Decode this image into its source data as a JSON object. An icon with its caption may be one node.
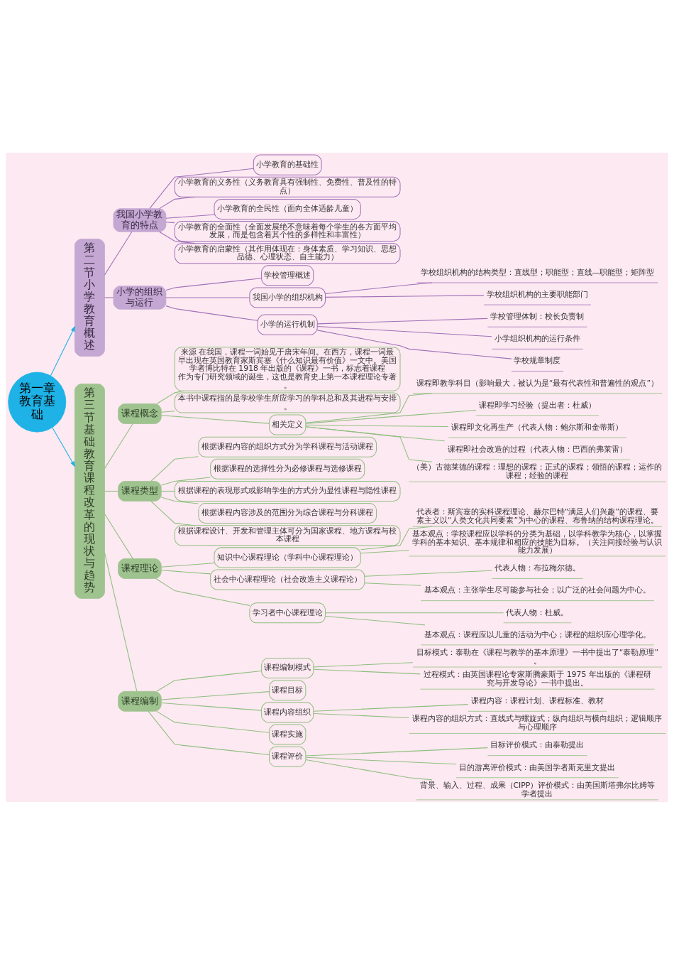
{
  "diagram": {
    "nodes": [
      {
        "text": [
          "第一章教育基础"
        ]
      },
      {
        "text": [
          "第二节小学教育概述"
        ]
      },
      {
        "text": [
          "我国小学教育的特点"
        ]
      },
      {
        "text": [
          "小学教育的基础性"
        ]
      },
      {
        "text": [
          "小学教育的义务性（义务教育具有强制性、免费性、普及性的特点）"
        ]
      },
      {
        "text": [
          "小学教育的全民性（面向全体适龄儿童）"
        ]
      },
      {
        "text": [
          "小学教育的全面性（全面发展绝不意味着每个学生的各方面平均发展，而是包含着其个性的多样性和丰富性）"
        ]
      },
      {
        "text": [
          "小学教育的启蒙性（其作用体现在：身体素质、学习知识、思想品德、心理状态、自主能力）"
        ]
      },
      {
        "text": [
          "小学的组织与运行"
        ]
      },
      {
        "text": [
          "学校管理概述"
        ]
      },
      {
        "text": [
          "我国小学的组织机构"
        ]
      },
      {
        "text": [
          "学校组织机构的结构类型：直线型；职能型；直线—职能型；矩阵型"
        ]
      },
      {
        "text": [
          "学校组织机构的主要职能部门"
        ]
      },
      {
        "text": [
          "小学的运行机制"
        ]
      },
      {
        "text": [
          "学校管理体制：校长负责制"
        ]
      },
      {
        "text": [
          "小学组织机构的运行条件"
        ]
      },
      {
        "text": [
          "学校规章制度"
        ]
      },
      {
        "text": [
          "第三节基础教育课程改革的现状与趋势"
        ]
      },
      {
        "text": [
          "课程概念"
        ]
      },
      {
        "text": [
          "来源 在我国，课程一词始见于唐宋年间。在西方，课程一词最早出现在英国教育家斯宾塞《什么知识最有价值》一文中。美国学者博比特在 1918 年出版的《课程》一书，标志着课程作为专门研究领域的诞生，这也是教育史上第一本课程理论专著。"
        ]
      },
      {
        "text": [
          "本书中课程指的是学校学生所应学习的学科总和及其进程与安排。"
        ]
      },
      {
        "text": [
          "相关定义"
        ]
      },
      {
        "text": [
          "课程即教学科目（影响最大，被认为是“最有代表性和普遍性的观点”）"
        ]
      },
      {
        "text": [
          "课程即学习经验（提出者：杜威）"
        ]
      },
      {
        "text": [
          "课程即文化再生产（代表人物：鲍尔斯和金蒂斯）"
        ]
      },
      {
        "text": [
          "课程即社会改造的过程（代表人物：巴西的弗莱雷）"
        ]
      },
      {
        "text": [
          "（美）古德莱德的课程：理想的课程；正式的课程；领悟的课程；运作的课程；经验的课程"
        ]
      },
      {
        "text": [
          "课程类型"
        ]
      },
      {
        "text": [
          "根据课程内容的组织方式分为学科课程与活动课程"
        ]
      },
      {
        "text": [
          "根据课程的选择性分为必修课程与选修课程"
        ]
      },
      {
        "text": [
          "根据课程的表现形式或影响学生的方式分为显性课程与隐性课程"
        ]
      },
      {
        "text": [
          "根据课程内容涉及的范围分为综合课程与分科课程"
        ]
      },
      {
        "text": [
          "根据课程设计、开发和管理主体可分为国家课程、地方课程与校本课程"
        ]
      },
      {
        "text": [
          "课程理论"
        ]
      },
      {
        "text": [
          "知识中心课程理论（学科中心课程理论）"
        ]
      },
      {
        "text": [
          "代表者：斯宾塞的实科课程理论、赫尔巴特“满足人们兴趣”的课程、要素主义以“人类文化共同要素”为中心的课程、布鲁纳的结构课程理论。"
        ]
      },
      {
        "text": [
          "基本观点：学校课程应以学科的分类为基础，以学科教学为核心，以掌握学科的基本知识、基本规律和相应的技能为目标。（关注间接经验与认识能力发展）"
        ]
      },
      {
        "text": [
          "社会中心课程理论（社会改造主义课程论）"
        ]
      },
      {
        "text": [
          "代表人物：布拉梅尔德。"
        ]
      },
      {
        "text": [
          "基本观点：主张学生尽可能参与社会；以广泛的社会问题为中心。"
        ]
      },
      {
        "text": [
          "学习者中心课程理论"
        ]
      },
      {
        "text": [
          "代表人物：杜威。"
        ]
      },
      {
        "text": [
          "基本观点：课程应以儿童的活动为中心；课程的组织应心理学化。"
        ]
      },
      {
        "text": [
          "课程编制"
        ]
      },
      {
        "text": [
          "课程编制模式"
        ]
      },
      {
        "text": [
          "目标模式：泰勒在《课程与教学的基本原理》一书中提出了“泰勒原理”。"
        ]
      },
      {
        "text": [
          "过程模式：由英国课程论专家斯腾豪斯于 1975 年出版的《课程研究与开发导论》一书中提出。"
        ]
      },
      {
        "text": [
          "课程目标"
        ]
      },
      {
        "text": [
          "课程内容组织"
        ]
      },
      {
        "text": [
          "课程内容：课程计划、课程标准、教材"
        ]
      },
      {
        "text": [
          "课程内容的组织方式：直线式与螺旋式；纵向组织与横向组织；逻辑顺序与心理顺序"
        ]
      },
      {
        "text": [
          "课程实施"
        ]
      },
      {
        "text": [
          "课程评价"
        ]
      },
      {
        "text": [
          "目标评价模式：由泰勒提出"
        ]
      },
      {
        "text": [
          "目的游离评价模式：由美国学者斯克里文提出"
        ]
      },
      {
        "text": [
          "背景、输入、过程、成果（CIPP）评价模式：由美国斯塔弗尔比姆等学者提出"
        ]
      }
    ],
    "edges": [
      {
        "from": 0,
        "to": 1,
        "arrow": "to",
        "color": "#1eb2e6"
      },
      {
        "from": 1,
        "to": 2,
        "arrow": "none",
        "color": "#a070b8"
      },
      {
        "from": 2,
        "to": 3,
        "arrow": "none",
        "color": "#a070b8"
      },
      {
        "from": 2,
        "to": 4,
        "arrow": "none",
        "color": "#a070b8"
      },
      {
        "from": 2,
        "to": 5,
        "arrow": "none",
        "color": "#a070b8"
      },
      {
        "from": 2,
        "to": 6,
        "arrow": "none",
        "color": "#a070b8"
      },
      {
        "from": 2,
        "to": 7,
        "arrow": "none",
        "color": "#a070b8"
      },
      {
        "from": 1,
        "to": 8,
        "arrow": "none",
        "color": "#a070b8"
      },
      {
        "from": 8,
        "to": 9,
        "arrow": "none",
        "color": "#a070b8"
      },
      {
        "from": 8,
        "to": 10,
        "arrow": "none",
        "color": "#a070b8"
      },
      {
        "from": 10,
        "to": 11,
        "arrow": "none",
        "color": "#a070b8"
      },
      {
        "from": 10,
        "to": 12,
        "arrow": "none",
        "color": "#a070b8"
      },
      {
        "from": 8,
        "to": 13,
        "arrow": "none",
        "color": "#a070b8"
      },
      {
        "from": 13,
        "to": 14,
        "arrow": "none",
        "color": "#a070b8"
      },
      {
        "from": 13,
        "to": 15,
        "arrow": "none",
        "color": "#a070b8"
      },
      {
        "from": 13,
        "to": 16,
        "arrow": "none",
        "color": "#a070b8"
      },
      {
        "from": 0,
        "to": 17,
        "arrow": "to",
        "color": "#1eb2e6"
      },
      {
        "from": 17,
        "to": 18,
        "arrow": "none"
      },
      {
        "from": 18,
        "to": 19,
        "arrow": "none"
      },
      {
        "from": 18,
        "to": 20,
        "arrow": "none"
      },
      {
        "from": 18,
        "to": 21,
        "arrow": "none"
      },
      {
        "from": 21,
        "to": 22,
        "arrow": "none"
      },
      {
        "from": 21,
        "to": 23,
        "arrow": "none"
      },
      {
        "from": 21,
        "to": 24,
        "arrow": "none"
      },
      {
        "from": 21,
        "to": 25,
        "arrow": "none"
      },
      {
        "from": 21,
        "to": 26,
        "arrow": "none"
      },
      {
        "from": 17,
        "to": 27,
        "arrow": "none"
      },
      {
        "from": 27,
        "to": 28,
        "arrow": "none"
      },
      {
        "from": 27,
        "to": 29,
        "arrow": "none"
      },
      {
        "from": 27,
        "to": 30,
        "arrow": "none"
      },
      {
        "from": 27,
        "to": 31,
        "arrow": "none"
      },
      {
        "from": 27,
        "to": 32,
        "arrow": "none"
      },
      {
        "from": 17,
        "to": 33,
        "arrow": "none"
      },
      {
        "from": 33,
        "to": 34,
        "arrow": "none"
      },
      {
        "from": 34,
        "to": 35,
        "arrow": "none"
      },
      {
        "from": 34,
        "to": 36,
        "arrow": "none"
      },
      {
        "from": 33,
        "to": 37,
        "arrow": "none"
      },
      {
        "from": 37,
        "to": 38,
        "arrow": "none"
      },
      {
        "from": 37,
        "to": 39,
        "arrow": "none"
      },
      {
        "from": 33,
        "to": 40,
        "arrow": "none"
      },
      {
        "from": 40,
        "to": 41,
        "arrow": "none"
      },
      {
        "from": 40,
        "to": 42,
        "arrow": "none"
      },
      {
        "from": 17,
        "to": 43,
        "arrow": "none"
      },
      {
        "from": 43,
        "to": 44,
        "arrow": "none"
      },
      {
        "from": 44,
        "to": 45,
        "arrow": "none"
      },
      {
        "from": 44,
        "to": 46,
        "arrow": "none"
      },
      {
        "from": 43,
        "to": 47,
        "arrow": "none"
      },
      {
        "from": 43,
        "to": 48,
        "arrow": "none"
      },
      {
        "from": 48,
        "to": 49,
        "arrow": "none"
      },
      {
        "from": 48,
        "to": 50,
        "arrow": "none"
      },
      {
        "from": 43,
        "to": 51,
        "arrow": "none"
      },
      {
        "from": 43,
        "to": 52,
        "arrow": "none"
      },
      {
        "from": 52,
        "to": 53,
        "arrow": "none"
      },
      {
        "from": 52,
        "to": 54,
        "arrow": "none"
      },
      {
        "from": 52,
        "to": 55,
        "arrow": "none"
      }
    ]
  }
}
